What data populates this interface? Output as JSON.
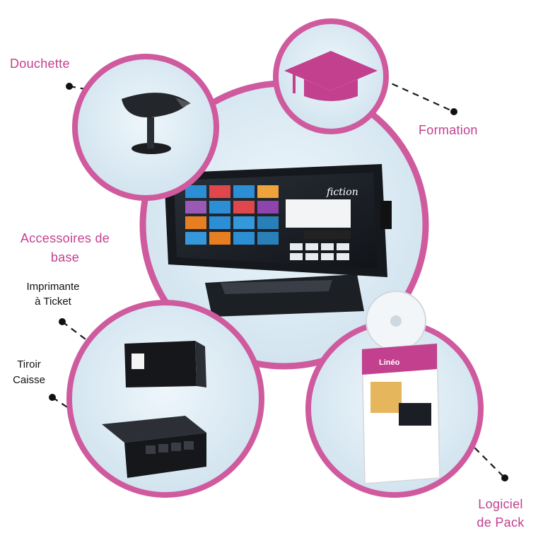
{
  "labels": {
    "douchette": "Douchette",
    "formation": "Formation",
    "accessoires_line1": "Accessoires de",
    "accessoires_line2": "base",
    "imprimante_line1": "Imprimante",
    "imprimante_line2": "à Ticket",
    "tiroir_line1": "Tiroir",
    "tiroir_line2": "Caisse",
    "logiciel_line1": "Logiciel",
    "logiciel_line2": "de Pack"
  },
  "monitor_brand": "fiction",
  "box_brand": "Linéo",
  "colors": {
    "accent": "#c2408e",
    "circle_ring": "#cf5a9e",
    "circle_fill": "#dceaf4",
    "label_dark": "#111111"
  },
  "icons": [
    "graduation-cap-icon",
    "barcode-scanner",
    "receipt-printer",
    "cash-drawer",
    "pos-terminal",
    "software-box"
  ]
}
